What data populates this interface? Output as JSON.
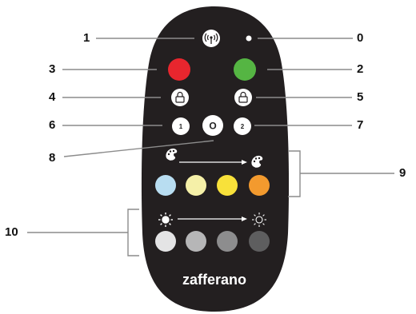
{
  "remote": {
    "brand": "zafferano",
    "body_color": "#231f20",
    "button_colors": {
      "off_red": "#e8262e",
      "on_green": "#55b543",
      "white_key": "#ffffff"
    },
    "key_labels": {
      "zone1": "1",
      "all_off": "O",
      "zone2": "2"
    },
    "icons": {
      "signal": "signal-antenna-icon",
      "lock1": "padlock-icon",
      "lock2": "padlock-icon",
      "palette_start": "palette-icon",
      "palette_end": "palette-icon",
      "sun_full": "sun-icon",
      "sun_outline": "sun-outline-icon"
    },
    "color_temperature_swatches": [
      "#b8ddf1",
      "#f5f0a8",
      "#f8e13a",
      "#f39a2e"
    ],
    "brightness_swatches": [
      "#e4e4e5",
      "#b6b6b7",
      "#8d8d8e",
      "#5e5e5f"
    ]
  },
  "callouts": {
    "c0": "0",
    "c1": "1",
    "c2": "2",
    "c3": "3",
    "c4": "4",
    "c5": "5",
    "c6": "6",
    "c7": "7",
    "c8": "8",
    "c9": "9",
    "c10": "10"
  }
}
